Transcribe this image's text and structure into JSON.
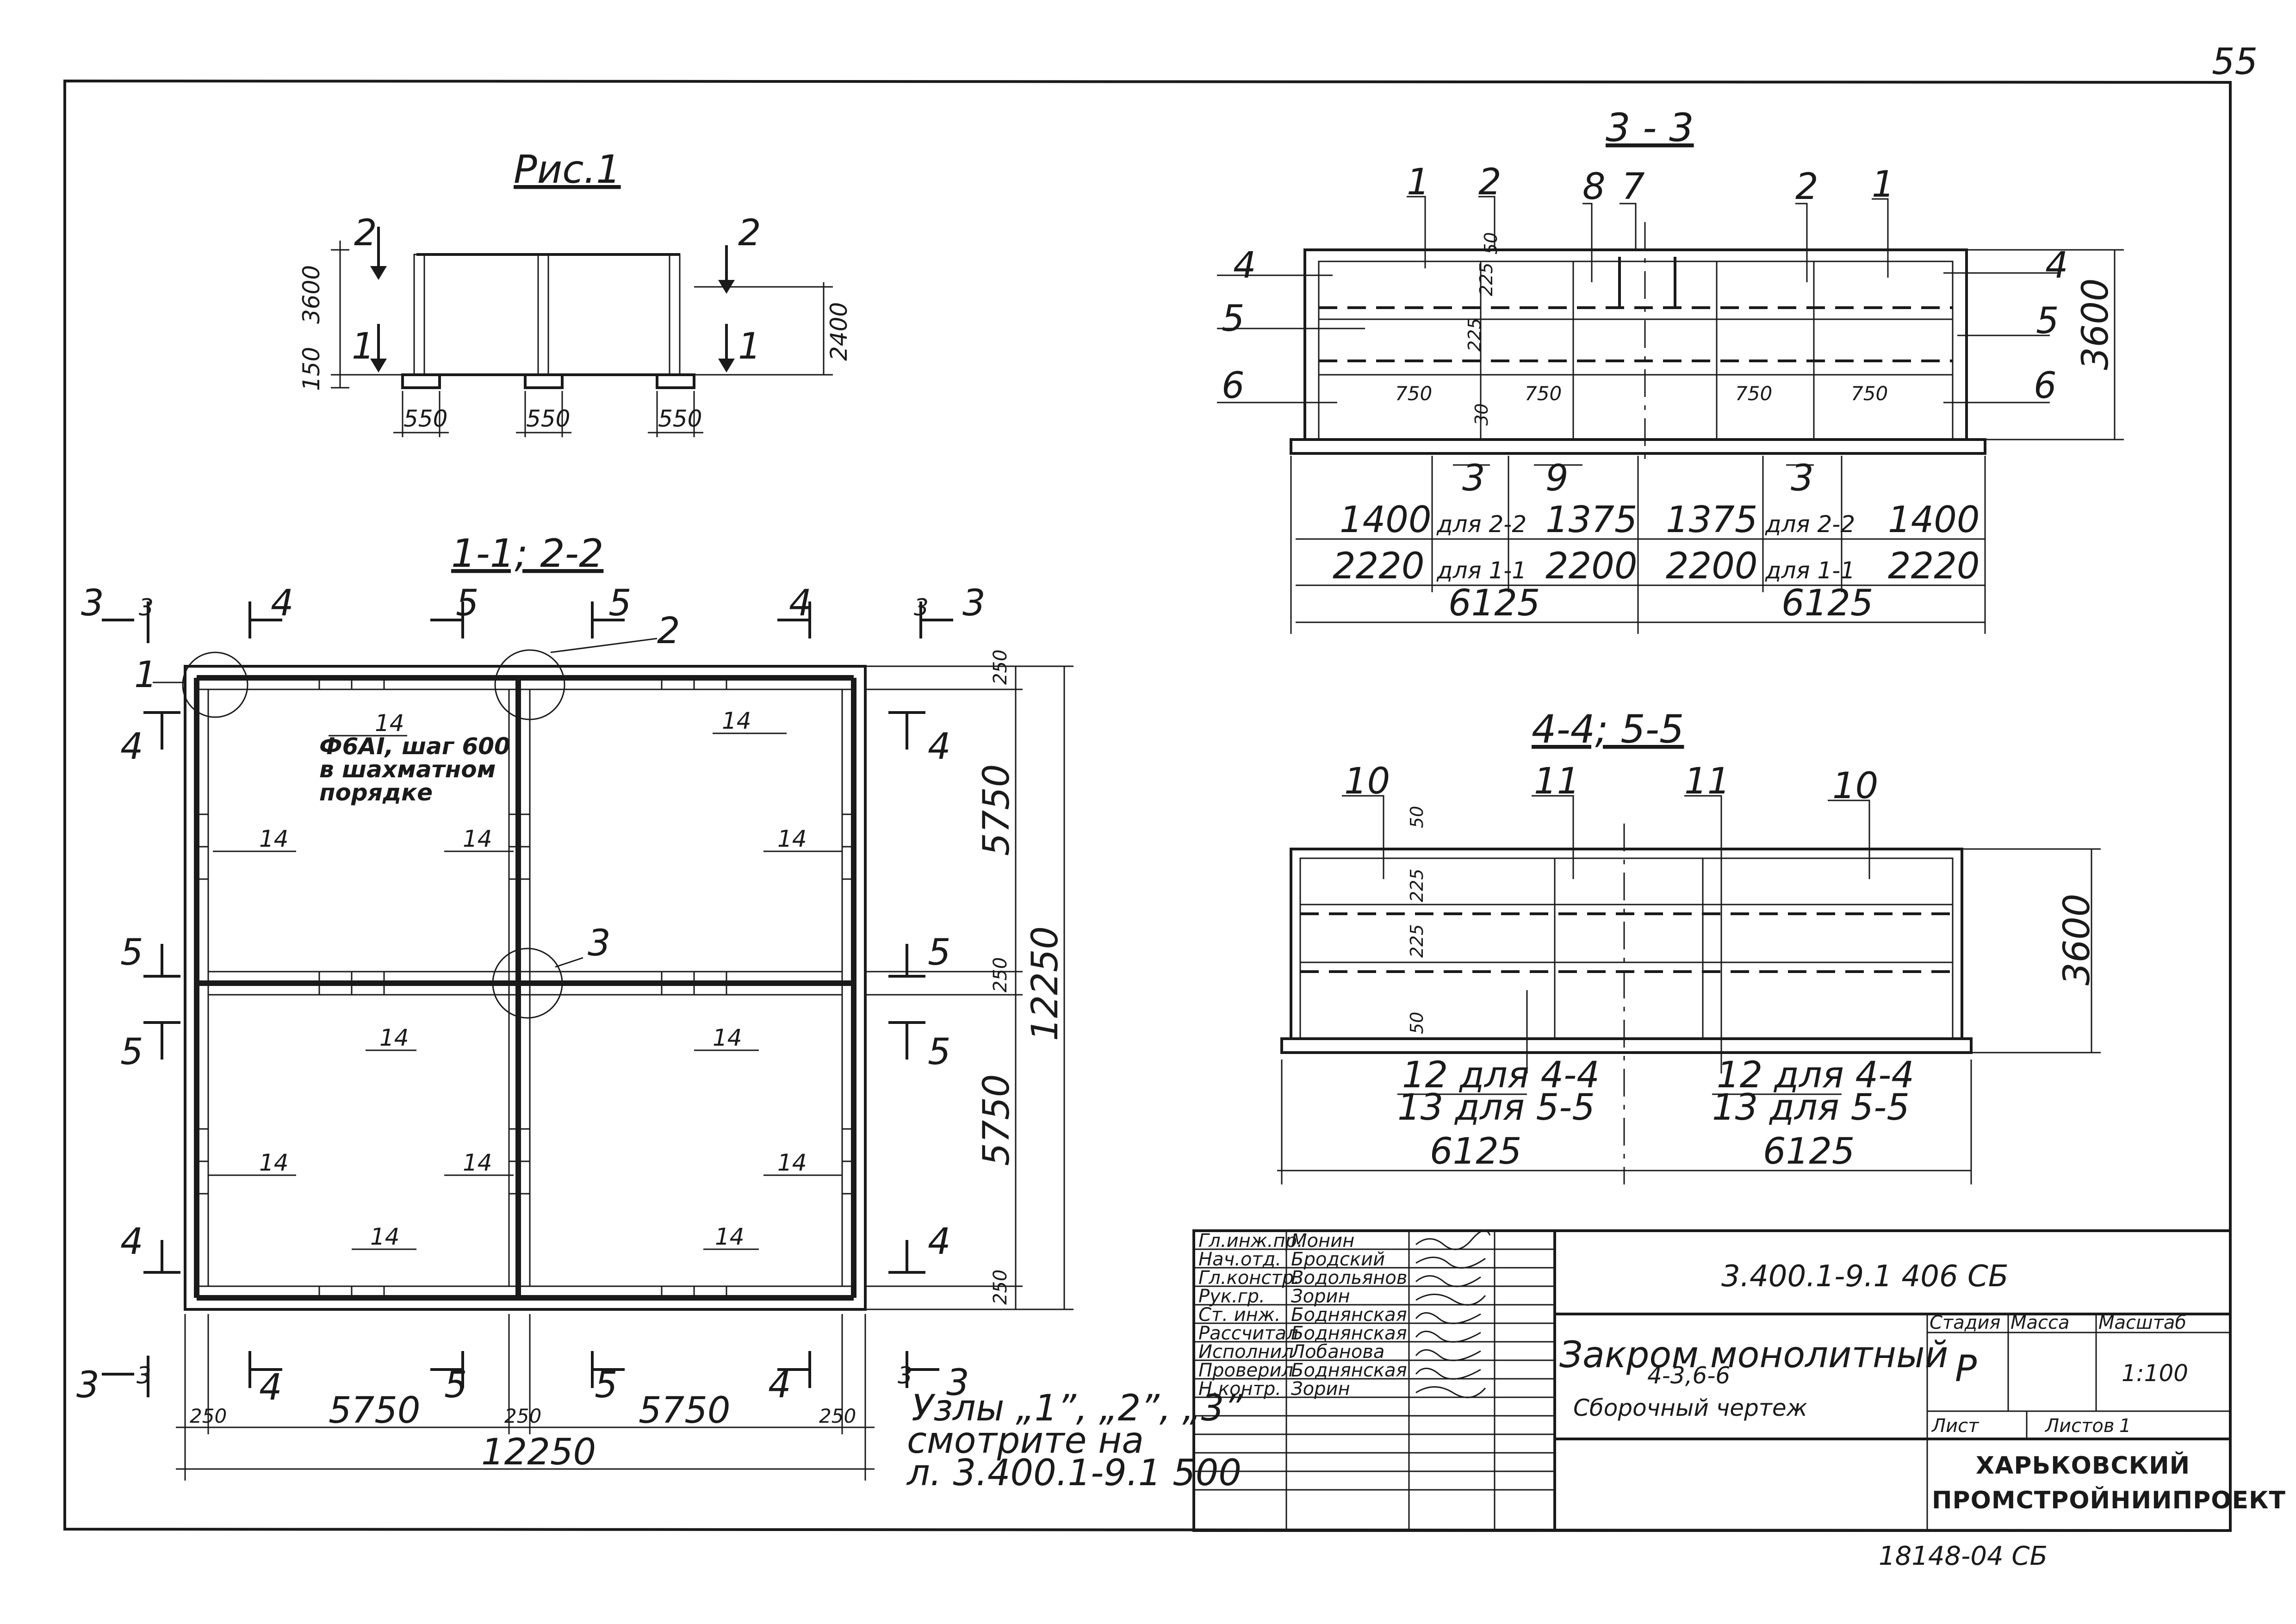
{
  "sheet_number": "55",
  "bottom_code": "18148-04 СБ",
  "fig1": {
    "title": "Рис.1",
    "dims": {
      "h_total": "3600",
      "h_base": "150",
      "h_right": "2400",
      "pad": [
        "550",
        "550",
        "550"
      ]
    },
    "cuts": {
      "left_top": "2",
      "left_bottom": "1",
      "right_top": "2",
      "right_bottom": "1"
    }
  },
  "section33": {
    "title": "3 - 3",
    "markers_top": [
      "1",
      "2",
      "8",
      "7",
      "2",
      "1"
    ],
    "markers_side": [
      "4",
      "5",
      "6",
      "4",
      "5",
      "6"
    ],
    "markers_bottom": [
      "3",
      "9",
      "3"
    ],
    "small_dims": [
      "50",
      "225",
      "225",
      "30",
      "750",
      "750",
      "750",
      "750"
    ],
    "height": "3600",
    "row1": [
      "1400",
      "для 2-2",
      "1375",
      "1375",
      "для 2-2",
      "1400"
    ],
    "row2": [
      "2220",
      "для 1-1",
      "2200",
      "2200",
      "для 1-1",
      "2220"
    ],
    "row3": [
      "6125",
      "6125"
    ]
  },
  "plan": {
    "title": "1-1; 2-2",
    "node_labels": [
      "1",
      "2",
      "3"
    ],
    "note": [
      "Ф6АI, шаг 600",
      "в шахматном",
      "порядке"
    ],
    "item": "14",
    "cut_labels": [
      "3",
      "3",
      "4",
      "5",
      "5",
      "4",
      "3",
      "3",
      "4",
      "4",
      "5",
      "5",
      "4",
      "4"
    ],
    "right_dims": [
      "250",
      "5750",
      "250",
      "5750",
      "250"
    ],
    "right_total": "12250",
    "bottom_dims": [
      "250",
      "5750",
      "250",
      "5750",
      "250"
    ],
    "bottom_total": "12250",
    "nodes_note": [
      "Узлы „1”, „2”, „3”",
      "смотрите на",
      "л. 3.400.1-9.1 500"
    ]
  },
  "section45": {
    "title": "4-4; 5-5",
    "markers_top": [
      "10",
      "11",
      "11",
      "10"
    ],
    "small_dims": [
      "50",
      "225",
      "225",
      "50"
    ],
    "height": "3600",
    "bottom_labels": [
      "12 для 4-4",
      "13 для 5-5",
      "12 для 4-4",
      "13 для 5-5"
    ],
    "dims": [
      "6125",
      "6125"
    ]
  },
  "title_block": {
    "roles": [
      "Гл.инж.пр.",
      "Нач.отд.",
      "Гл.констр.",
      "Рук.гр.",
      "Ст. инж.",
      "Рассчитал",
      "Исполнил",
      "Проверил",
      "Н.контр."
    ],
    "names": [
      "Монин",
      "Бродский",
      "Водольянов",
      "Зорин",
      "Боднянская",
      "Боднянская",
      "Лобанова",
      "Боднянская",
      "Зорин"
    ],
    "code": "3.400.1-9.1 406 СБ",
    "name_line1": "Закром   монолитный",
    "name_line2": "4-3,6-6",
    "name_line3": "Сборочный  чертеж",
    "stage_h": "Стадия",
    "mass_h": "Масса",
    "scale_h": "Масштаб",
    "stage": "Р",
    "scale": "1:100",
    "sheet_h": "Лист",
    "sheets_h": "Листов",
    "sheets": "1",
    "org1": "ХАРЬКОВСКИЙ",
    "org2": "ПРОМСТРОЙНИИПРОЕКТ"
  }
}
